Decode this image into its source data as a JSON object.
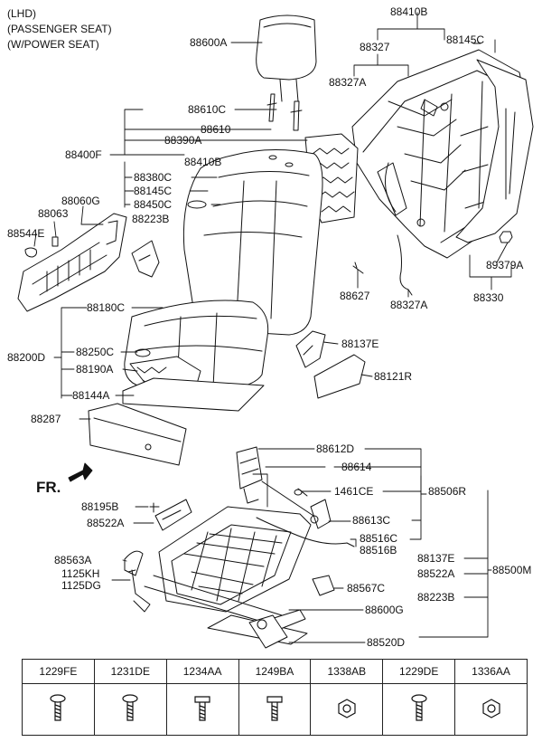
{
  "header": {
    "line1": "(LHD)",
    "line2": "(PASSENGER SEAT)",
    "line3": "(W/POWER SEAT)"
  },
  "front_indicator": "FR.",
  "callouts": {
    "c88600A": "88600A",
    "c88610C": "88610C",
    "c88610": "88610",
    "c88390A": "88390A",
    "c88400F": "88400F",
    "c88410B_left": "88410B",
    "c88380C": "88380C",
    "c88145C_left": "88145C",
    "c88450C": "88450C",
    "c88223B": "88223B",
    "c88410B_top": "88410B",
    "c88327": "88327",
    "c88145C_top": "88145C",
    "c88327A_top": "88327A",
    "c88060G": "88060G",
    "c88063": "88063",
    "c88544E": "88544E",
    "c89379A": "89379A",
    "c88627": "88627",
    "c88327A_bottom": "88327A",
    "c88330": "88330",
    "c88180C": "88180C",
    "c88200D": "88200D",
    "c88250C": "88250C",
    "c88190A": "88190A",
    "c88144A": "88144A",
    "c88287": "88287",
    "c88137E_top": "88137E",
    "c88121R": "88121R",
    "c88612D": "88612D",
    "c88614": "88614",
    "c1461CE": "1461CE",
    "c88506R": "88506R",
    "c88195B": "88195B",
    "c88522A_left": "88522A",
    "c88613C": "88613C",
    "c88516C": "88516C",
    "c88516B": "88516B",
    "c88563A": "88563A",
    "c1125KH": "1125KH",
    "c1125DG": "1125DG",
    "c88137E_right": "88137E",
    "c88522A_right": "88522A",
    "c88500M": "88500M",
    "c88567C": "88567C",
    "c88223B_right": "88223B",
    "c88600G": "88600G",
    "c88520D": "88520D"
  },
  "fastener_table": {
    "codes": [
      "1229FE",
      "1231DE",
      "1234AA",
      "1249BA",
      "1338AB",
      "1229DE",
      "1336AA"
    ],
    "icons": [
      "screw-icon",
      "screw-icon",
      "bolt-icon",
      "bolt-icon",
      "nut-icon",
      "screw-icon",
      "nut-icon"
    ]
  },
  "colors": {
    "ink": "#111111",
    "background": "#ffffff"
  }
}
